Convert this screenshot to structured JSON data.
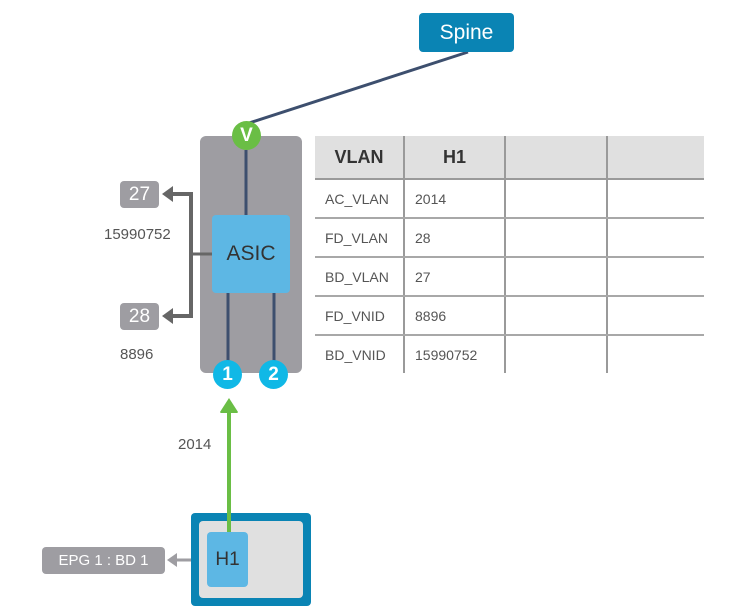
{
  "spine": {
    "label": "Spine"
  },
  "switch": {
    "asic_label": "ASIC",
    "uplink_badge": "V",
    "ports": [
      "1",
      "2"
    ]
  },
  "mapping": {
    "bd_vlan_tag": "27",
    "fd_vlan_tag": "28",
    "bd_vnid": "15990752",
    "fd_vnid": "8896",
    "access_vlan": "2014"
  },
  "host": {
    "label": "H1",
    "epg_tag": "EPG 1 : BD 1"
  },
  "table": {
    "headers": [
      "VLAN",
      "H1",
      "",
      ""
    ],
    "rows": [
      [
        "AC_VLAN",
        "2014",
        "",
        ""
      ],
      [
        "FD_VLAN",
        "28",
        "",
        ""
      ],
      [
        "BD_VLAN",
        "27",
        "",
        ""
      ],
      [
        "FD_VNID",
        "8896",
        "",
        ""
      ],
      [
        "BD_VNID",
        "15990752",
        "",
        ""
      ]
    ]
  },
  "colors": {
    "spine_blue": "#0a84b4",
    "asic_blue": "#5db7e4",
    "port_cyan": "#10b8e6",
    "uplink_green": "#6abe45",
    "switch_gray": "#9e9da2",
    "link_navy": "#3d4f6e"
  }
}
